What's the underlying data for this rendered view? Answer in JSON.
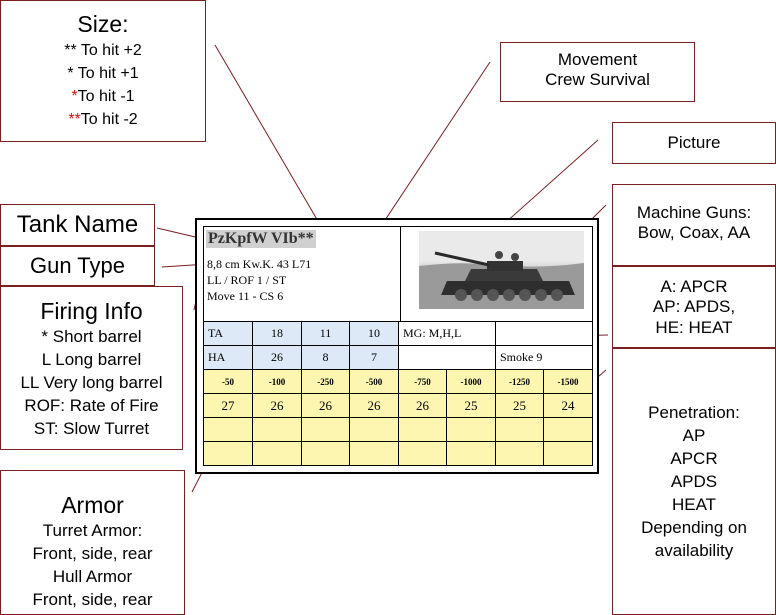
{
  "annotations": {
    "size": {
      "title": "Size:",
      "lines": [
        {
          "prefix": "**",
          "text": " To hit +2",
          "red": false
        },
        {
          "prefix": "*",
          "text": " To hit +1",
          "red": false
        },
        {
          "prefix": "*",
          "text": "To hit -1",
          "red": true
        },
        {
          "prefix": "**",
          "text": "To hit -2",
          "red": true
        }
      ]
    },
    "movement": [
      "Movement",
      "Crew Survival"
    ],
    "picture": "Picture",
    "machine_guns": [
      "Machine Guns:",
      "Bow, Coax, AA"
    ],
    "ammo": [
      "A: APCR",
      "AP: APDS,",
      "HE: HEAT"
    ],
    "tank_name": "Tank Name",
    "gun_type": "Gun Type",
    "firing_info": {
      "title": "Firing Info",
      "lines": [
        "* Short barrel",
        "L Long barrel",
        "LL Very long barrel",
        "ROF: Rate of Fire",
        "ST: Slow Turret"
      ]
    },
    "armor": {
      "title": "Armor",
      "lines": [
        "Turret Armor:",
        "Front, side, rear",
        "Hull Armor",
        "Front, side, rear"
      ]
    },
    "penetration": [
      "Penetration:",
      "AP",
      "APCR",
      "APDS",
      "HEAT",
      "Depending on",
      "availability"
    ]
  },
  "card": {
    "name": "PzKpfW VIb**",
    "gun": "8,8 cm Kw.K. 43 L71",
    "firing": "LL / ROF 1 / ST",
    "move": "Move 11 - CS 6",
    "turret_armor": [
      "TA",
      "18",
      "11",
      "10"
    ],
    "hull_armor": [
      "HA",
      "26",
      "8",
      "7"
    ],
    "mg": "MG: M,H,L",
    "smoke": "Smoke 9",
    "ranges": [
      "-50",
      "-100",
      "-250",
      "-500",
      "-750",
      "-1000",
      "-1250",
      "-1500"
    ],
    "penetration": [
      "27",
      "26",
      "26",
      "26",
      "26",
      "25",
      "25",
      "24"
    ]
  },
  "colors": {
    "box_border": "#7a1f1f",
    "red_text": "#e01010",
    "armor_fill": "#dde9f7",
    "range_fill": "#fdf6b0"
  }
}
